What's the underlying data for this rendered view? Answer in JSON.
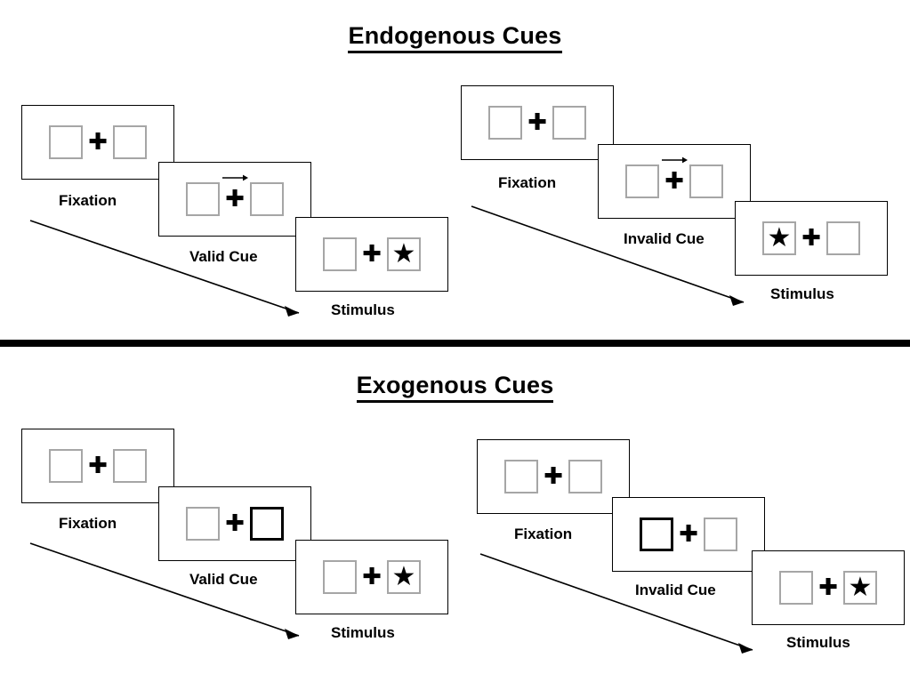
{
  "figure": {
    "type": "posner-cueing-paradigm-diagram",
    "background": "#ffffff",
    "square_border_color": "#a6a6a6",
    "cued_square_border_color": "#000000",
    "frame_border_color": "#000000"
  },
  "sections": [
    {
      "id": "endogenous",
      "title": "Endogenous Cues",
      "groups": [
        {
          "id": "endogenous-valid",
          "panels": [
            {
              "caption": "Fixation",
              "left_square": {
                "cued": false,
                "content": ""
              },
              "right_square": {
                "cued": false,
                "content": ""
              },
              "center": "plus",
              "arrow_cue": false
            },
            {
              "caption": "Valid Cue",
              "left_square": {
                "cued": false,
                "content": ""
              },
              "right_square": {
                "cued": false,
                "content": ""
              },
              "center": "plus",
              "arrow_cue": true,
              "arrow_direction": "right"
            },
            {
              "caption": "Stimulus",
              "left_square": {
                "cued": false,
                "content": ""
              },
              "right_square": {
                "cued": false,
                "content": "star"
              },
              "center": "plus",
              "arrow_cue": false
            }
          ]
        },
        {
          "id": "endogenous-invalid",
          "panels": [
            {
              "caption": "Fixation",
              "left_square": {
                "cued": false,
                "content": ""
              },
              "right_square": {
                "cued": false,
                "content": ""
              },
              "center": "plus",
              "arrow_cue": false
            },
            {
              "caption": "Invalid Cue",
              "left_square": {
                "cued": false,
                "content": ""
              },
              "right_square": {
                "cued": false,
                "content": ""
              },
              "center": "plus",
              "arrow_cue": true,
              "arrow_direction": "right"
            },
            {
              "caption": "Stimulus",
              "left_square": {
                "cued": false,
                "content": "star"
              },
              "right_square": {
                "cued": false,
                "content": ""
              },
              "center": "plus",
              "arrow_cue": false
            }
          ]
        }
      ]
    },
    {
      "id": "exogenous",
      "title": "Exogenous Cues",
      "groups": [
        {
          "id": "exogenous-valid",
          "panels": [
            {
              "caption": "Fixation",
              "left_square": {
                "cued": false,
                "content": ""
              },
              "right_square": {
                "cued": false,
                "content": ""
              },
              "center": "plus",
              "arrow_cue": false
            },
            {
              "caption": "Valid Cue",
              "left_square": {
                "cued": false,
                "content": ""
              },
              "right_square": {
                "cued": true,
                "content": ""
              },
              "center": "plus",
              "arrow_cue": false
            },
            {
              "caption": "Stimulus",
              "left_square": {
                "cued": false,
                "content": ""
              },
              "right_square": {
                "cued": false,
                "content": "star"
              },
              "center": "plus",
              "arrow_cue": false
            }
          ]
        },
        {
          "id": "exogenous-invalid",
          "panels": [
            {
              "caption": "Fixation",
              "left_square": {
                "cued": false,
                "content": ""
              },
              "right_square": {
                "cued": false,
                "content": ""
              },
              "center": "plus",
              "arrow_cue": false
            },
            {
              "caption": "Invalid Cue",
              "left_square": {
                "cued": true,
                "content": ""
              },
              "right_square": {
                "cued": false,
                "content": ""
              },
              "center": "plus",
              "arrow_cue": false
            },
            {
              "caption": "Stimulus",
              "left_square": {
                "cued": false,
                "content": ""
              },
              "right_square": {
                "cued": false,
                "content": "star"
              },
              "center": "plus",
              "arrow_cue": false
            }
          ]
        }
      ]
    }
  ],
  "glyphs": {
    "plus": "✚",
    "star": "★"
  },
  "time_arrows": {
    "label": "time-progression-arrow",
    "count": 4,
    "direction": "down-right"
  }
}
